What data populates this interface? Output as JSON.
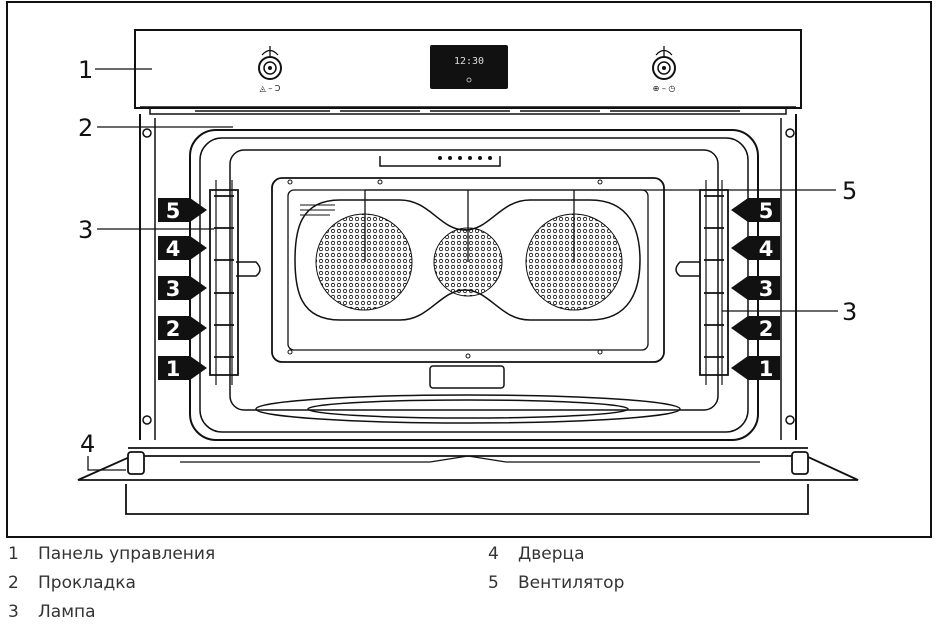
{
  "figure": {
    "display_time": "12:30",
    "callouts": [
      "1",
      "2",
      "3",
      "3",
      "4",
      "5"
    ],
    "shelf_levels": [
      "5",
      "4",
      "3",
      "2",
      "1"
    ],
    "knob_left_symbols": "◬ – Ↄ",
    "knob_right_symbols": "⊕ – ◷"
  },
  "legend": [
    {
      "num": "1",
      "label": "Панель управления"
    },
    {
      "num": "2",
      "label": "Прокладка"
    },
    {
      "num": "3",
      "label": "Лампа"
    },
    {
      "num": "4",
      "label": "Дверца"
    },
    {
      "num": "5",
      "label": "Вентилятор"
    }
  ]
}
